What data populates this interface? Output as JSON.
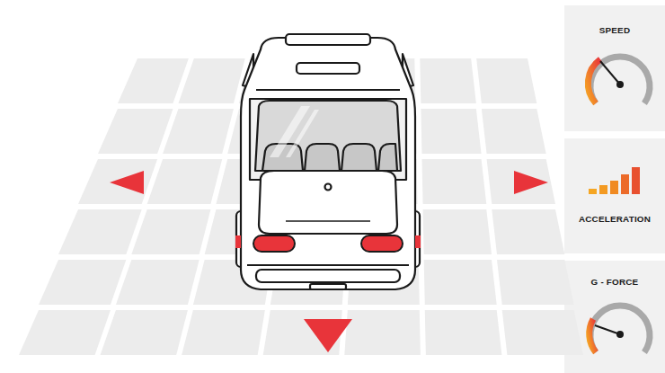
{
  "diagram": {
    "nodes": [
      {
        "text": [
          "SPEED"
        ]
      },
      {
        "text": [
          "ACCELERATION"
        ]
      },
      {
        "text": [
          "G - FORCE"
        ]
      }
    ]
  }
}
